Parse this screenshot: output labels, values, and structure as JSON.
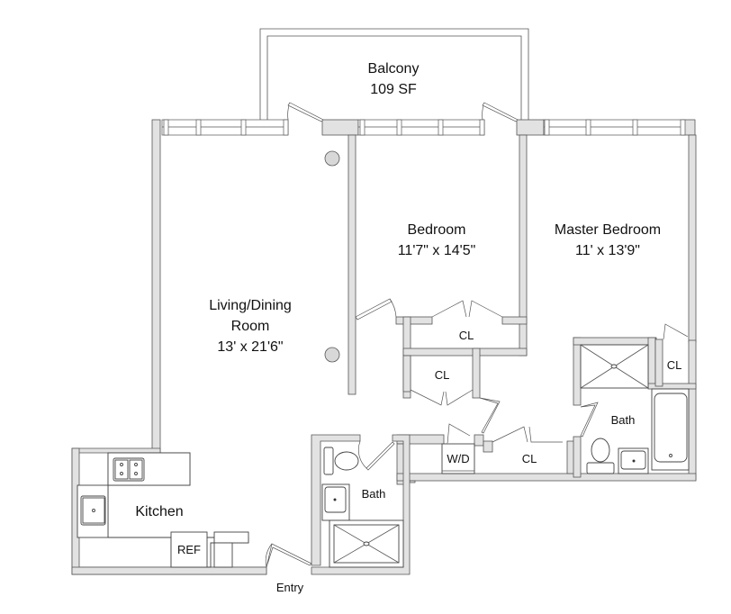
{
  "floorplan": {
    "balcony": {
      "name": "Balcony",
      "area": "109 SF"
    },
    "living": {
      "name_line1": "Living/Dining",
      "name_line2": "Room",
      "dimensions": "13' x 21'6\""
    },
    "bedroom": {
      "name": "Bedroom",
      "dimensions": "11'7\" x 14'5\""
    },
    "master_bedroom": {
      "name": "Master Bedroom",
      "dimensions": "11' x 13'9\""
    },
    "kitchen": {
      "name": "Kitchen",
      "ref_label": "REF"
    },
    "closets": {
      "bedroom_closet": "CL",
      "hall_closet": "CL",
      "hall_closet_2": "CL",
      "master_closet": "CL"
    },
    "wd": "W/D",
    "bath_main": "Bath",
    "bath_master": "Bath",
    "entry": "Entry"
  }
}
